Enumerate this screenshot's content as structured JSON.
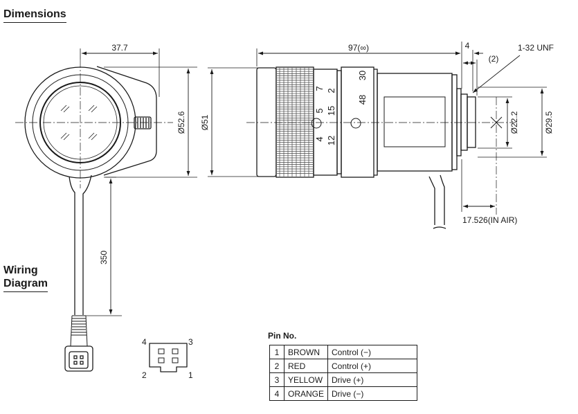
{
  "headings": {
    "dimensions": "Dimensions",
    "wiring_line1": "Wiring",
    "wiring_line2": "Diagram"
  },
  "dimension_labels": {
    "side_width": "37.7",
    "outer_dia": "Ø52.6",
    "barrel_dia": "Ø51",
    "cable_length": "350",
    "total_length": "97(∞)",
    "flange_offset": "4",
    "thread_length": "(2)",
    "thread": "1-32 UNF",
    "mount_inner_dia": "Ø22.2",
    "mount_outer_dia": "Ø29.5",
    "back_focus": "17.526(IN AIR)"
  },
  "focal_scale": [
    "4",
    "5",
    "7"
  ],
  "focal_scale_mm": [
    "12",
    "15",
    "2"
  ],
  "focus_scale": [
    "48",
    "30"
  ],
  "connector_pins": [
    "4",
    "3",
    "2",
    "1"
  ],
  "pin_table": {
    "title": "Pin No.",
    "rows": [
      {
        "no": "1",
        "color": "BROWN",
        "function": "Control (−)"
      },
      {
        "no": "2",
        "color": "RED",
        "function": "Control (+)"
      },
      {
        "no": "3",
        "color": "YELLOW",
        "function": "Drive (+)"
      },
      {
        "no": "4",
        "color": "ORANGE",
        "function": "Drive (−)"
      }
    ]
  }
}
